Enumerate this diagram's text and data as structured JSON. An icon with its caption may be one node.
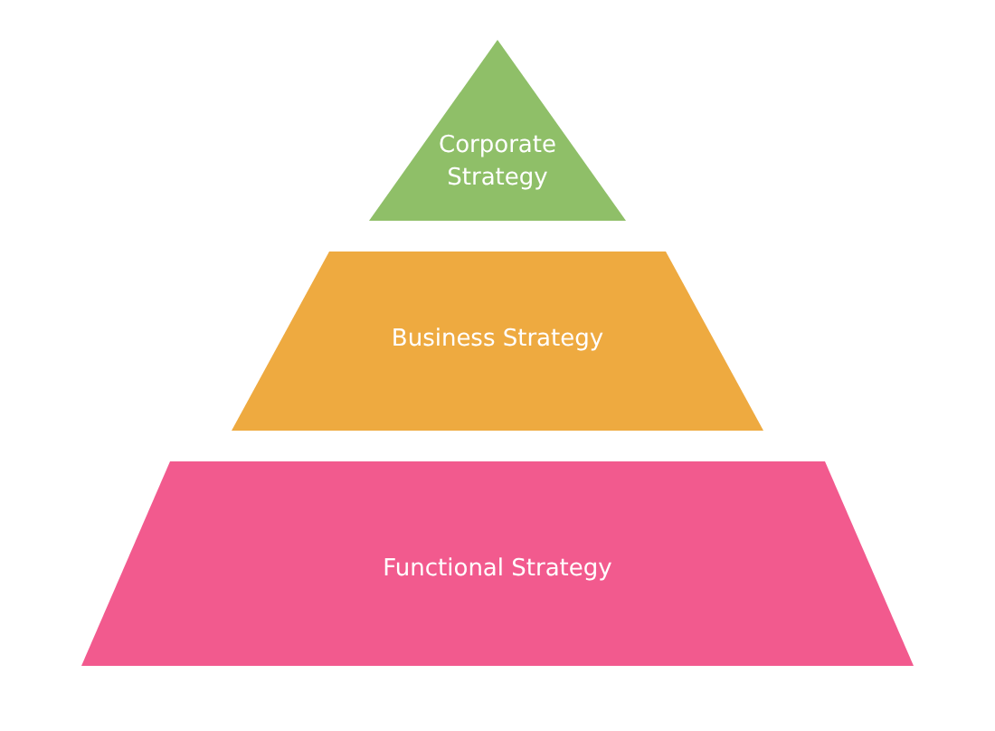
{
  "diagram": {
    "nodes": [
      {
        "text": [
          "Corporate Strategy"
        ]
      },
      {
        "text": [
          "Business Strategy"
        ]
      },
      {
        "text": [
          "Functional Strategy"
        ]
      }
    ]
  }
}
